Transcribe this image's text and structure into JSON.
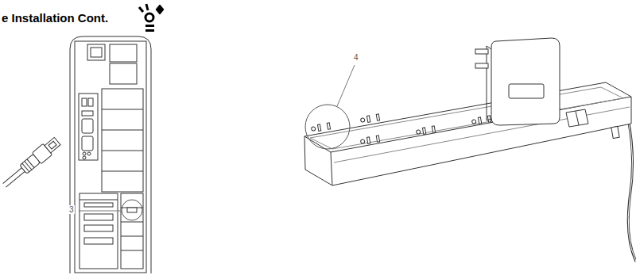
{
  "diagram": {
    "title": "e Installation Cont.",
    "labels": [
      "3",
      "4"
    ]
  }
}
